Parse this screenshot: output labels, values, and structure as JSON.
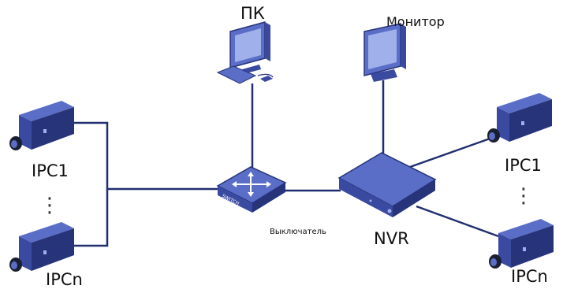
{
  "labels": {
    "pc": "ПК",
    "monitor": "Монитор",
    "switch_caption": "Выключатель",
    "switch_text": "SWITCH",
    "nvr": "NVR",
    "left_ipc_first": "IPC1",
    "left_ipc_last": "IPCn",
    "right_ipc_first": "IPC1",
    "right_ipc_last": "IPCn",
    "ellipsis_left": "⋮",
    "ellipsis_right": "⋮"
  },
  "colors": {
    "wire": "#1f2e6e",
    "device_top": "#5b6ec7",
    "device_side": "#3a4aa0",
    "device_dark": "#27347a",
    "screen": "#9fb0ea",
    "lens": "#1a2030"
  }
}
